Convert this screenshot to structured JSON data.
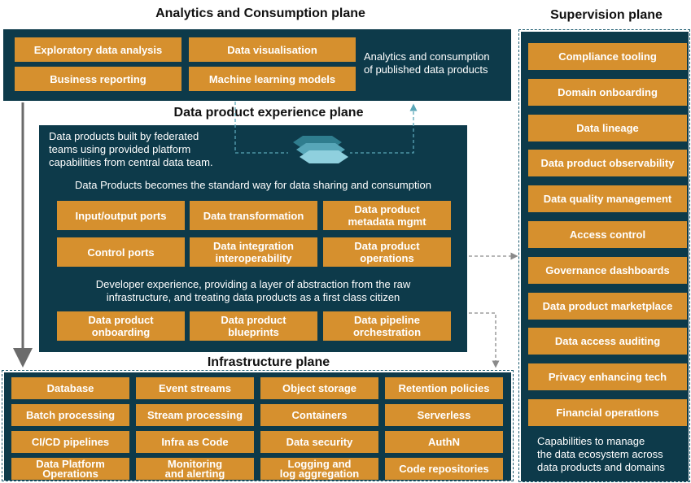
{
  "analytics": {
    "title": "Analytics and Consumption plane",
    "buttons": [
      "Exploratory data analysis",
      "Data visualisation",
      "Business reporting",
      "Machine learning models"
    ],
    "description_lines": [
      "Analytics and consumption",
      "of published data products"
    ]
  },
  "experience": {
    "title": "Data product experience plane",
    "intro_lines": [
      "Data products built by federated",
      "teams using provided platform",
      "capabilities from central data team."
    ],
    "standard_text": "Data Products becomes the standard way for data sharing and consumption",
    "product_buttons": [
      [
        "Input/output ports"
      ],
      [
        "Data transformation"
      ],
      [
        "Data product",
        "metadata mgmt"
      ],
      [
        "Control ports"
      ],
      [
        "Data integration",
        "interoperability"
      ],
      [
        "Data product",
        "operations"
      ]
    ],
    "devx_lines": [
      "Developer experience, providing a layer of abstraction from the raw",
      "infrastructure, and treating data products as a first class citizen"
    ],
    "devx_buttons": [
      [
        "Data product",
        "onboarding"
      ],
      [
        "Data product",
        "blueprints"
      ],
      [
        "Data pipeline",
        "orchestration"
      ]
    ]
  },
  "infrastructure": {
    "title": "Infrastructure plane",
    "buttons": [
      [
        "Database"
      ],
      [
        "Event streams"
      ],
      [
        "Object storage"
      ],
      [
        "Retention policies"
      ],
      [
        "Batch processing"
      ],
      [
        "Stream processing"
      ],
      [
        "Containers"
      ],
      [
        "Serverless"
      ],
      [
        "CI/CD pipelines"
      ],
      [
        "Infra as Code"
      ],
      [
        "Data security"
      ],
      [
        "AuthN"
      ],
      [
        "Data Platform",
        "Operations"
      ],
      [
        "Monitoring",
        "and alerting"
      ],
      [
        "Logging and",
        "log aggregation"
      ],
      [
        "Code repositories"
      ]
    ]
  },
  "supervision": {
    "title": "Supervision plane",
    "buttons": [
      "Compliance tooling",
      "Domain onboarding",
      "Data lineage",
      "Data product observability",
      "Data quality management",
      "Access control",
      "Governance dashboards",
      "Data product marketplace",
      "Data access auditing",
      "Privacy enhancing tech",
      "Financial  operations"
    ],
    "description_lines": [
      "Capabilities to manage",
      "the data ecosystem across",
      "data products and domains"
    ]
  },
  "colors": {
    "panel": "#0d3a4a",
    "button": "#d6902e",
    "arrow_gray": "#6b6b6b",
    "arrow_teal": "#5aa7b8"
  },
  "icons": [
    "data-products-hexagon-icon"
  ]
}
